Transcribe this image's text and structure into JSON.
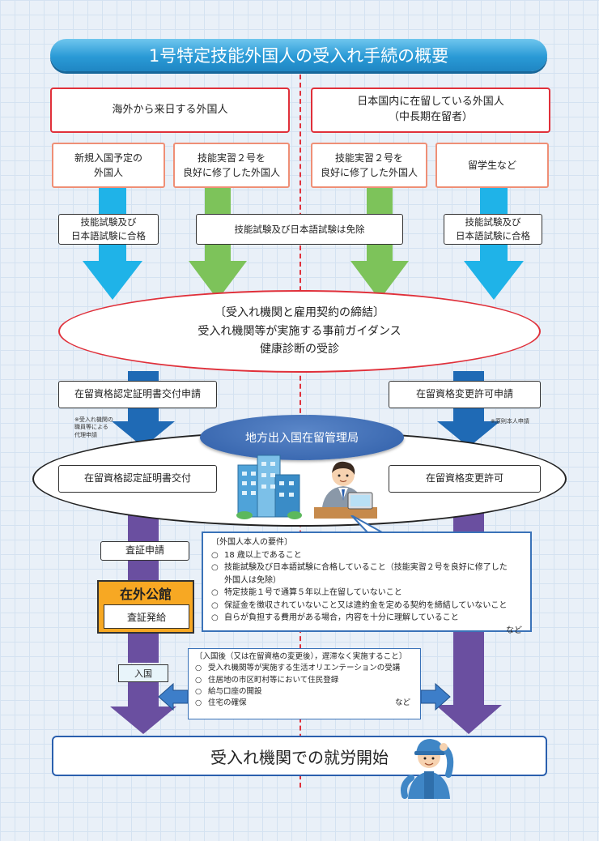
{
  "title": "1号特定技能外国人の受入れ手続の概要",
  "left_top": "海外から来日する外国人",
  "right_top": [
    "日本国内に在留している外国人",
    "（中長期在留者）"
  ],
  "categories": [
    [
      "新規入国予定の",
      "外国人"
    ],
    [
      "技能実習２号を",
      "良好に修了した外国人"
    ],
    [
      "技能実習２号を",
      "良好に修了した外国人"
    ],
    [
      "留学生など"
    ]
  ],
  "exam_left": [
    "技能試験及び",
    "日本語試験に合格"
  ],
  "exam_exempt": "技能試験及び日本語試験は免除",
  "exam_right": [
    "技能試験及び",
    "日本語試験に合格"
  ],
  "contract": [
    "〔受入れ機関と雇用契約の締結〕",
    "受入れ機関等が実施する事前ガイダンス",
    "健康診断の受診"
  ],
  "apply_left": "在留資格認定証明書交付申請",
  "apply_right": "在留資格変更許可申請",
  "note_left": [
    "※受入れ機関の",
    "職員等による",
    "代理申請"
  ],
  "note_right": "※原則本人申請",
  "bureau": "地方出入国在留管理局",
  "issue_left": "在留資格認定証明書交付",
  "issue_right": "在留資格変更許可",
  "visa_apply": "査証申請",
  "embassy": "在外公館",
  "visa_issue": "査証発給",
  "entry": "入国",
  "requirements": {
    "heading": "〔外国人本人の要件〕",
    "bullet": "○",
    "items": [
      "18 歳以上であること",
      "技能試験及び日本語試験に合格していること（技能実習２号を良好に修了した",
      "特定技能１号で通算５年以上在留していないこと",
      "保証金を徴収されていないこと又は違約金を定める契約を締結していないこと",
      "自らが負担する費用がある場合，内容を十分に理解していること"
    ],
    "item2_cont": "外国人は免除）",
    "etc": "など"
  },
  "after_entry": {
    "heading": "〔入国後（又は在留資格の変更後），遅滞なく実施すること〕",
    "bullet": "○",
    "items": [
      "受入れ機関等が実施する生活オリエンテーションの受講",
      "住居地の市区町村等において住民登録",
      "給与口座の開設",
      "住宅の確保"
    ],
    "etc": "など"
  },
  "final": "受入れ機関での就労開始",
  "colors": {
    "sky_arrow": "#1fb3e8",
    "green_arrow": "#7dc35a",
    "navy_arrow": "#1f6ab5",
    "purple_arrow": "#6a4fa0",
    "red_border": "#e0303a",
    "title_blue": "#2a9ad6"
  }
}
